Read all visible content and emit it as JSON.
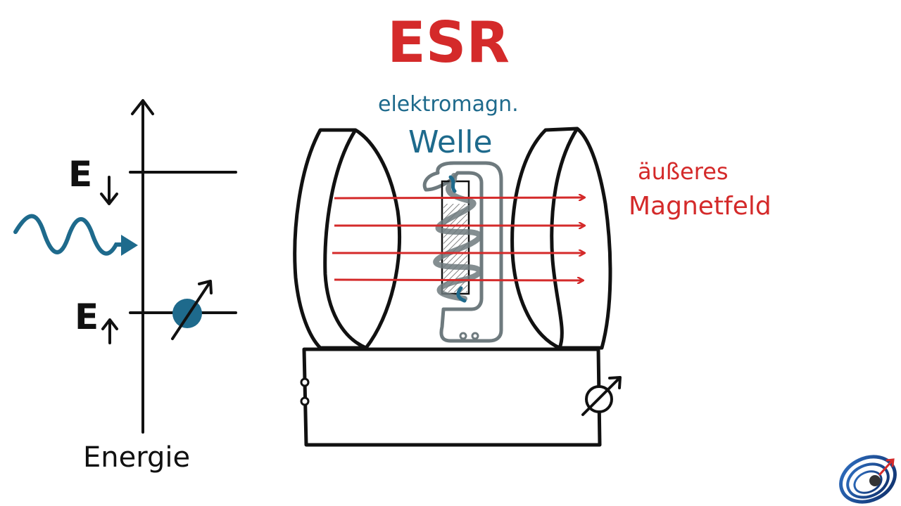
{
  "title": "ESR",
  "labels": {
    "energy_axis": "Energie",
    "e_down": "E",
    "e_up": "E",
    "wave_line1": "elektromagn.",
    "wave_line2": "Welle",
    "field_line1": "äußeres",
    "field_line2": "Magnetfeld"
  },
  "colors": {
    "title_red": "#d42a2a",
    "ink": "#111111",
    "wave_blue": "#1e6a8c",
    "field_red": "#d42a2a",
    "sample_gray": "#6e7a7e",
    "logo_blue": "#1a4f8f"
  },
  "icons": {
    "wave": "sine-wave-arrow-icon",
    "electron": "spin-up-electron-icon",
    "meter": "variable-resistor-icon",
    "logo": "globe-logo-icon"
  }
}
